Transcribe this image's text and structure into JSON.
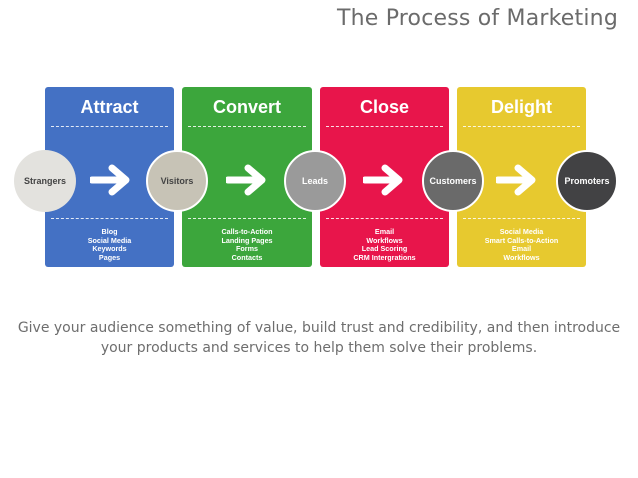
{
  "title": "The Process of Marketing",
  "stages": [
    {
      "title": "Attract",
      "color": "#4471C4",
      "items": [
        "Blog",
        "Social Media",
        "Keywords",
        "Pages"
      ]
    },
    {
      "title": "Convert",
      "color": "#3CA63C",
      "items": [
        "Calls-to-Action",
        "Landing Pages",
        "Forms",
        "Contacts"
      ]
    },
    {
      "title": "Close",
      "color": "#E8154B",
      "items": [
        "Email",
        "Workflows",
        "Lead Scoring",
        "CRM Intergrations"
      ]
    },
    {
      "title": "Delight",
      "color": "#E7C92F",
      "items": [
        "Social Media",
        "Smart Calls-to-Action",
        "Email",
        "Workflows"
      ]
    }
  ],
  "circles": [
    {
      "label": "Strangers",
      "color": "#E3E2DE",
      "text_color": "#444444"
    },
    {
      "label": "Visitors",
      "color": "#C7C3B6",
      "text_color": "#444444"
    },
    {
      "label": "Leads",
      "color": "#9A9A9A",
      "text_color": "#ffffff"
    },
    {
      "label": "Customers",
      "color": "#6A6A6A",
      "text_color": "#ffffff"
    },
    {
      "label": "Promoters",
      "color": "#424244",
      "text_color": "#ffffff"
    }
  ],
  "tagline": "Give your audience something of value, build trust and credibility, and then introduce your products and services to help them solve their problems."
}
